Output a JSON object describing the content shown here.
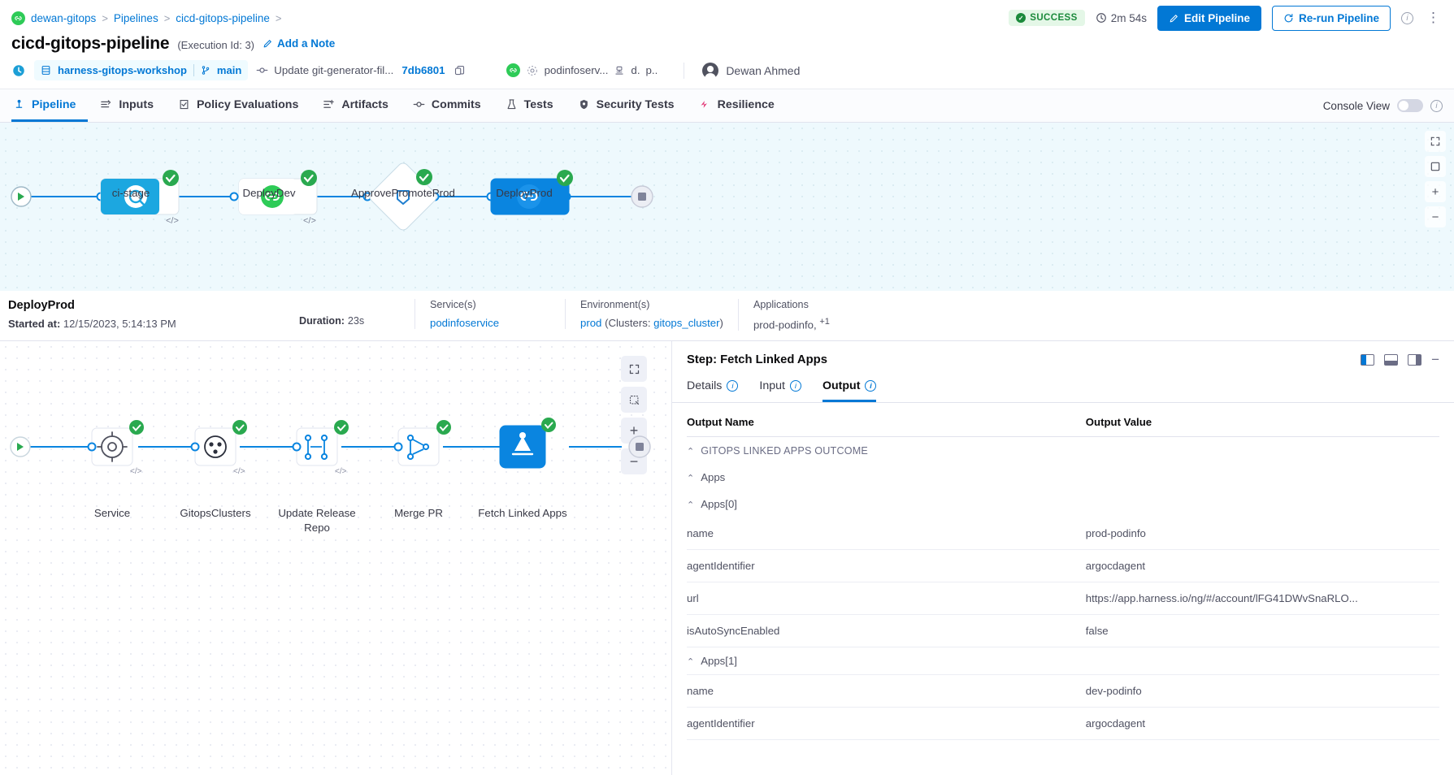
{
  "breadcrumb": {
    "items": [
      "dewan-gitops",
      "Pipelines",
      "cicd-gitops-pipeline"
    ],
    "separator": ">"
  },
  "header": {
    "status": "SUCCESS",
    "duration": "2m 54s",
    "edit_label": "Edit Pipeline",
    "rerun_label": "Re-run Pipeline",
    "title": "cicd-gitops-pipeline",
    "execution_id": "(Execution Id: 3)",
    "add_note": "Add a Note"
  },
  "meta": {
    "repo": "harness-gitops-workshop",
    "branch": "main",
    "commit_message": "Update git-generator-fil...",
    "commit_sha": "7db6801",
    "service": "podinfoserv...",
    "extra1": "d.",
    "extra2": "p..",
    "user": "Dewan Ahmed"
  },
  "tabs": [
    {
      "label": "Pipeline",
      "icon": "pipeline-icon",
      "active": true
    },
    {
      "label": "Inputs",
      "icon": "inputs-icon",
      "active": false
    },
    {
      "label": "Policy Evaluations",
      "icon": "policy-icon",
      "active": false
    },
    {
      "label": "Artifacts",
      "icon": "artifacts-icon",
      "active": false
    },
    {
      "label": "Commits",
      "icon": "commits-icon",
      "active": false
    },
    {
      "label": "Tests",
      "icon": "tests-icon",
      "active": false
    },
    {
      "label": "Security Tests",
      "icon": "security-icon",
      "active": false
    },
    {
      "label": "Resilience",
      "icon": "resilience-icon",
      "active": false
    }
  ],
  "console_view": {
    "label": "Console View",
    "enabled": false
  },
  "stage_graph": {
    "stages": [
      {
        "label": "ci-stage",
        "status": "success",
        "type": "ci"
      },
      {
        "label": "DeployDev",
        "status": "success",
        "type": "gitops"
      },
      {
        "label": "ApprovePromoteProd",
        "status": "success",
        "type": "approval"
      },
      {
        "label": "DeployProd",
        "status": "success",
        "type": "gitops",
        "selected": true
      }
    ]
  },
  "stage_detail": {
    "name": "DeployProd",
    "started_label": "Started at:",
    "started_value": "12/15/2023, 5:14:13 PM",
    "duration_label": "Duration:",
    "duration_value": "23s",
    "services_label": "Service(s)",
    "services_value": "podinfoservice",
    "environments_label": "Environment(s)",
    "environment_value": "prod",
    "clusters_text": "(Clusters:",
    "cluster_value": "gitops_cluster",
    "clusters_close": ")",
    "applications_label": "Applications",
    "applications_value": "prod-podinfo,",
    "applications_more": "+1"
  },
  "step_graph": {
    "steps": [
      {
        "label": "Service",
        "status": "success",
        "icon": "gear-icon"
      },
      {
        "label": "GitopsClusters",
        "status": "success",
        "icon": "clusters-icon"
      },
      {
        "label": "Update Release Repo",
        "status": "success",
        "icon": "branch-icon"
      },
      {
        "label": "Merge PR",
        "status": "success",
        "icon": "merge-icon"
      },
      {
        "label": "Fetch Linked Apps",
        "status": "success",
        "icon": "argo-icon",
        "selected": true
      }
    ]
  },
  "step_panel": {
    "title": "Step: Fetch Linked Apps",
    "tabs": [
      {
        "label": "Details",
        "active": false
      },
      {
        "label": "Input",
        "active": false
      },
      {
        "label": "Output",
        "active": true
      }
    ],
    "columns": {
      "name": "Output Name",
      "value": "Output Value"
    },
    "rows": [
      {
        "kind": "group",
        "indent": 0,
        "label": "GITOPS LINKED APPS OUTCOME",
        "caret": "collapse",
        "muted": true
      },
      {
        "kind": "group",
        "indent": 1,
        "label": "Apps",
        "caret": "collapse"
      },
      {
        "kind": "group",
        "indent": 1,
        "label": "Apps[0]",
        "caret": "collapse"
      },
      {
        "kind": "pair",
        "indent": 2,
        "name": "name",
        "value": "prod-podinfo"
      },
      {
        "kind": "pair",
        "indent": 2,
        "name": "agentIdentifier",
        "value": "argocdagent"
      },
      {
        "kind": "pair",
        "indent": 2,
        "name": "url",
        "value": "https://app.harness.io/ng/#/account/lFG41DWvSnaRLO...",
        "link": true
      },
      {
        "kind": "pair",
        "indent": 2,
        "name": "isAutoSyncEnabled",
        "value": "false"
      },
      {
        "kind": "group",
        "indent": 1,
        "label": "Apps[1]",
        "caret": "collapse"
      },
      {
        "kind": "pair",
        "indent": 2,
        "name": "name",
        "value": "dev-podinfo"
      },
      {
        "kind": "pair",
        "indent": 2,
        "name": "agentIdentifier",
        "value": "argocdagent"
      }
    ]
  },
  "colors": {
    "accent": "#0278d5",
    "success": "#1b8a3b",
    "success_bg": "#e4f7e7",
    "node_selected": "#0a85e0",
    "graph_bg": "#eef9fd"
  }
}
